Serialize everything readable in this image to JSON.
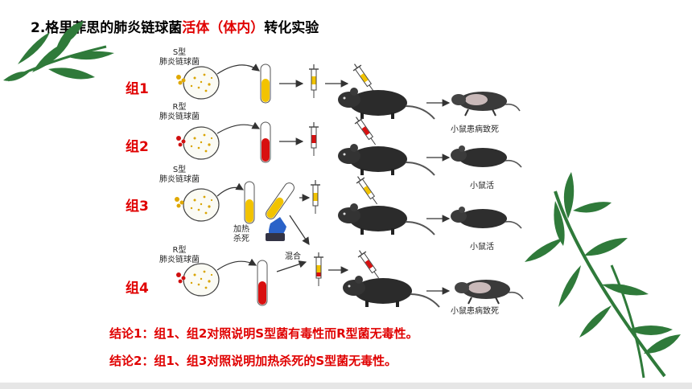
{
  "title": {
    "prefix": "2.格里菲思的肺炎链球菌",
    "highlight1": "活体（体内）",
    "middle": "转化",
    "suffix": "实验"
  },
  "groups": [
    {
      "label": "组1",
      "strain": "S型\n肺炎链球菌",
      "result": "小鼠患病致死"
    },
    {
      "label": "组2",
      "strain": "R型\n肺炎链球菌",
      "result": "小鼠活"
    },
    {
      "label": "组3",
      "strain": "S型\n肺炎链球菌",
      "result": "小鼠活"
    },
    {
      "label": "组4",
      "strain": "R型\n肺炎链球菌",
      "result": "小鼠患病致死"
    }
  ],
  "labels": {
    "heat_kill": "加热\n杀死",
    "mix": "混合"
  },
  "conclusions": [
    "结论1：组1、组2对照说明S型菌有毒性而R型菌无毒性。",
    "结论2：组1、组3对照说明加热杀死的S型菌无毒性。"
  ],
  "colors": {
    "accent_red": "#e00000",
    "tube_yellow": "#f2c300",
    "tube_red": "#d81010",
    "bamboo_green": "#2f7a3a"
  }
}
